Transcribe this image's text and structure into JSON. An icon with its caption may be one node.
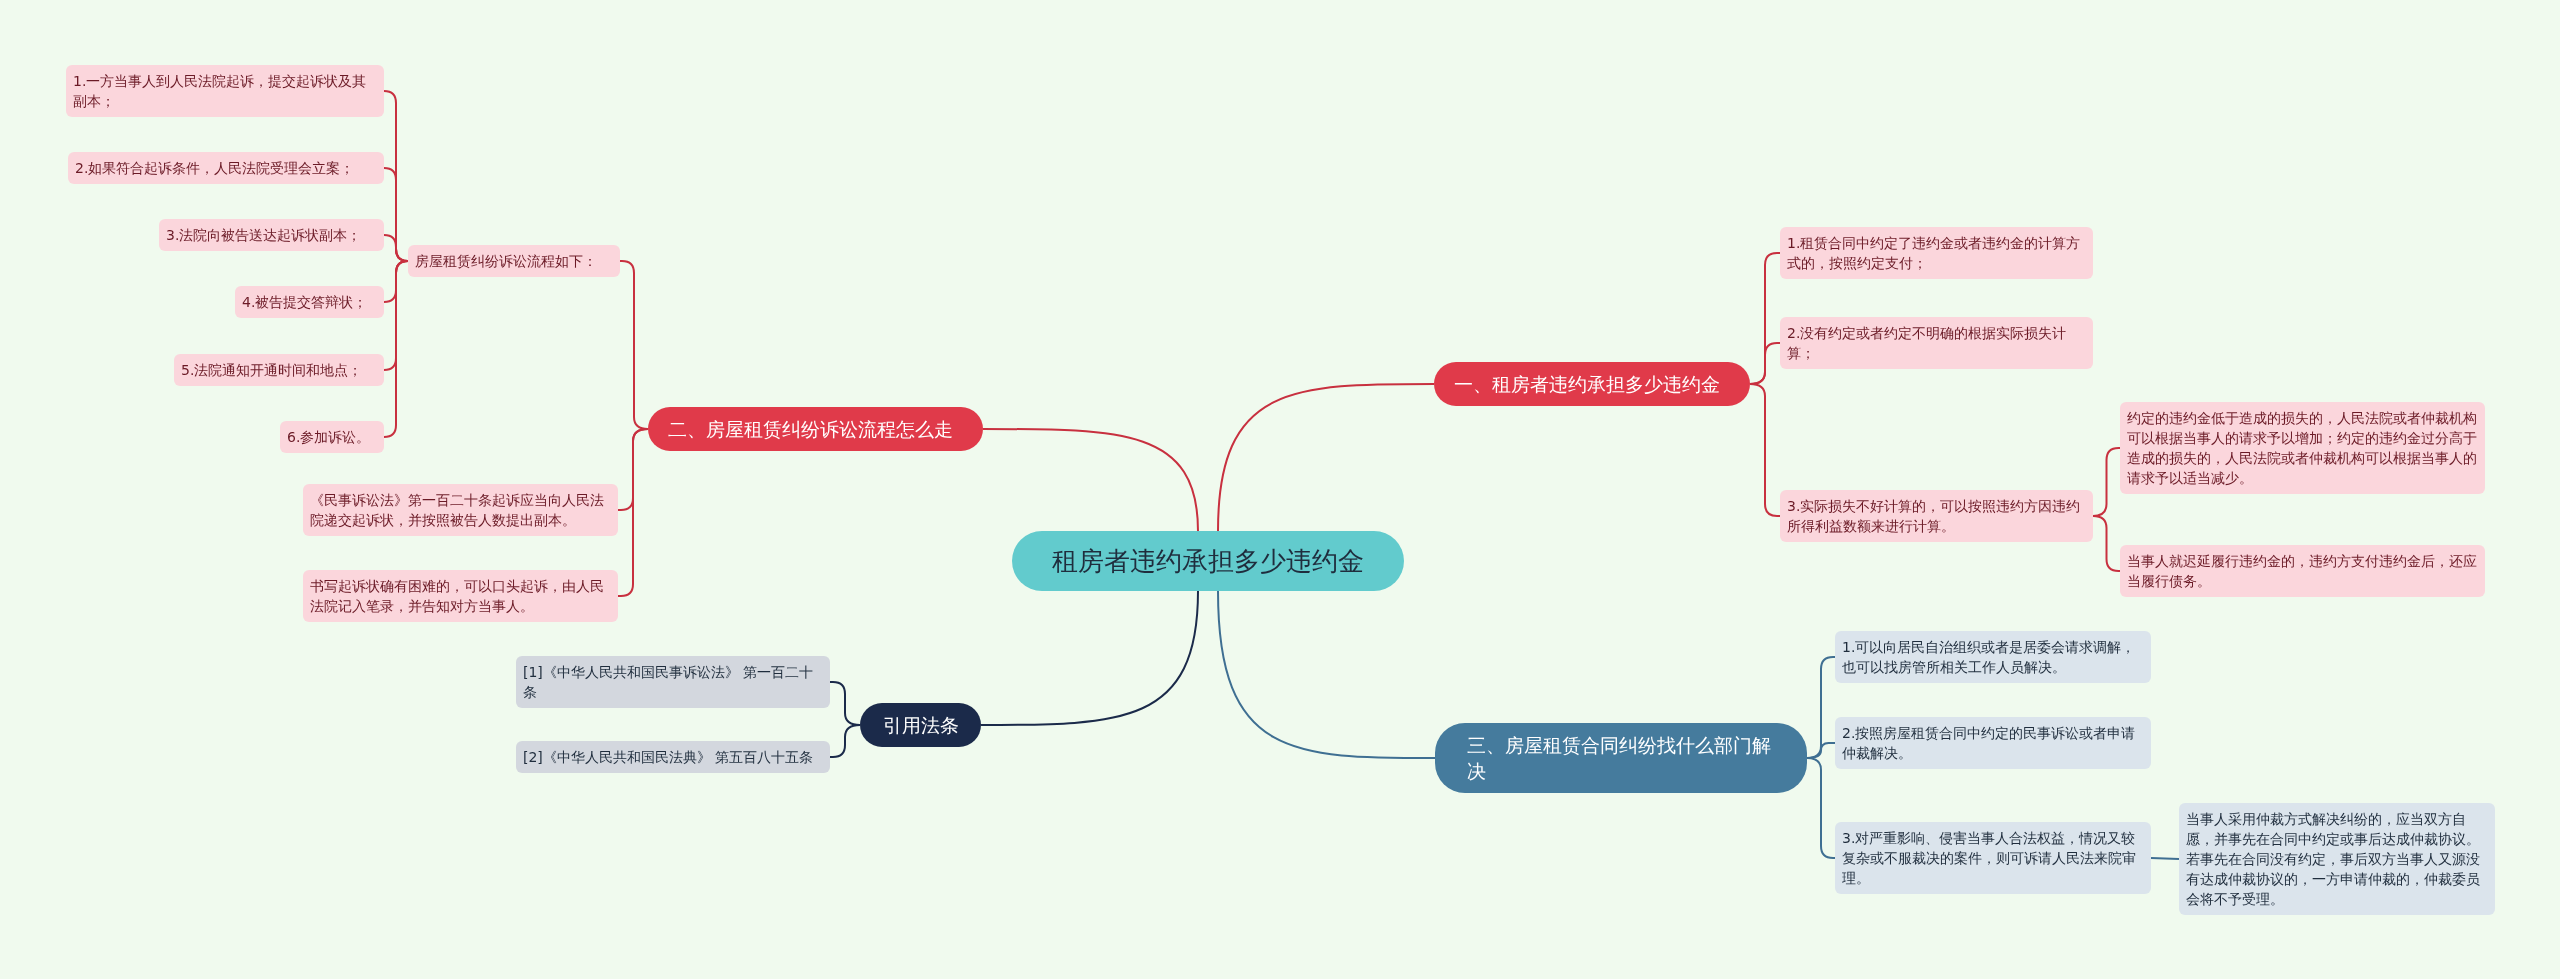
{
  "diagram": {
    "nodes": [
      {
        "text": [
          "租房者违约承担多少违约金"
        ]
      },
      {
        "text": [
          "二、房屋租赁纠纷诉讼流程怎么走"
        ]
      },
      {
        "text": [
          "房屋租赁纠纷诉讼流程如下："
        ]
      },
      {
        "text": [
          "1.一方当事人到人民法院起诉，提交起诉状及其副本；"
        ]
      },
      {
        "text": [
          "2.如果符合起诉条件，人民法院受理会立案；"
        ]
      },
      {
        "text": [
          "3.法院向被告送达起诉状副本；"
        ]
      },
      {
        "text": [
          "4.被告提交答辩状；"
        ]
      },
      {
        "text": [
          "5.法院通知开通时间和地点；"
        ]
      },
      {
        "text": [
          "6.参加诉讼。"
        ]
      },
      {
        "text": [
          "《民事诉讼法》第一百二十条起诉应当向人民法院递交起诉状，并按照被告人数提出副本。"
        ]
      },
      {
        "text": [
          "书写起诉状确有困难的，可以口头起诉，由人民法院记入笔录，并告知对方当事人。"
        ]
      },
      {
        "text": [
          "引用法条"
        ]
      },
      {
        "text": [
          "[1]《中华人民共和国民事诉讼法》 第一百二十条"
        ]
      },
      {
        "text": [
          "[2]《中华人民共和国民法典》 第五百八十五条"
        ]
      },
      {
        "text": [
          "一、租房者违约承担多少违约金"
        ]
      },
      {
        "text": [
          "1.租赁合同中约定了违约金或者违约金的计算方式的，按照约定支付；"
        ]
      },
      {
        "text": [
          "2.没有约定或者约定不明确的根据实际损失计算；"
        ]
      },
      {
        "text": [
          "3.实际损失不好计算的，可以按照违约方因违约所得利益数额来进行计算。"
        ]
      },
      {
        "text": [
          "约定的违约金低于造成的损失的，人民法院或者仲裁机构可以根据当事人的请求予以增加；约定的违约金过分高于造成的损失的，人民法院或者仲裁机构可以根据当事人的请求予以适当减少。"
        ]
      },
      {
        "text": [
          "当事人就迟延履行违约金的，违约方支付违约金后，还应当履行债务。"
        ]
      },
      {
        "text": [
          "三、房屋租赁合同纠纷找什么部门解决"
        ]
      },
      {
        "text": [
          "1.可以向居民自治组织或者是居委会请求调解，也可以找房管所相关工作人员解决。"
        ]
      },
      {
        "text": [
          "2.按照房屋租赁合同中约定的民事诉讼或者申请仲裁解决。"
        ]
      },
      {
        "text": [
          "3.对严重影响、侵害当事人合法权益，情况又较复杂或不服裁决的案件，则可诉请人民法来院审理。"
        ]
      },
      {
        "text": [
          "当事人采用仲裁方式解决纠纷的，应当双方自愿，并事先在合同中约定或事后达成仲裁协议。若事先在合同没有约定，事后双方当事人又源没有达成仲裁协议的，一方申请仲裁的，仲裁委员会将不予受理。"
        ]
      }
    ],
    "edges": [
      {
        "from": 0,
        "to": 1,
        "arrow": "none"
      },
      {
        "from": 1,
        "to": 2,
        "arrow": "none"
      },
      {
        "from": 2,
        "to": 3,
        "arrow": "none"
      },
      {
        "from": 2,
        "to": 4,
        "arrow": "none"
      },
      {
        "from": 2,
        "to": 5,
        "arrow": "none"
      },
      {
        "from": 2,
        "to": 6,
        "arrow": "none"
      },
      {
        "from": 2,
        "to": 7,
        "arrow": "none"
      },
      {
        "from": 2,
        "to": 8,
        "arrow": "none"
      },
      {
        "from": 1,
        "to": 9,
        "arrow": "none"
      },
      {
        "from": 1,
        "to": 10,
        "arrow": "none"
      },
      {
        "from": 0,
        "to": 11,
        "arrow": "none",
        "color": "#1b2a4a"
      },
      {
        "from": 11,
        "to": 12,
        "arrow": "none",
        "color": "#1b2a4a"
      },
      {
        "from": 11,
        "to": 13,
        "arrow": "none",
        "color": "#1b2a4a"
      },
      {
        "from": 0,
        "to": 14,
        "arrow": "none"
      },
      {
        "from": 14,
        "to": 15,
        "arrow": "none"
      },
      {
        "from": 14,
        "to": 16,
        "arrow": "none"
      },
      {
        "from": 14,
        "to": 17,
        "arrow": "none"
      },
      {
        "from": 17,
        "to": 18,
        "arrow": "none"
      },
      {
        "from": 17,
        "to": 19,
        "arrow": "none"
      },
      {
        "from": 0,
        "to": 20,
        "arrow": "none",
        "color": "#3f6f92"
      },
      {
        "from": 20,
        "to": 21,
        "arrow": "none",
        "color": "#3f6f92"
      },
      {
        "from": 20,
        "to": 22,
        "arrow": "none",
        "color": "#3f6f92"
      },
      {
        "from": 20,
        "to": 23,
        "arrow": "none",
        "color": "#3f6f92"
      },
      {
        "from": 23,
        "to": 24,
        "arrow": "none",
        "color": "#3f6f92"
      }
    ]
  }
}
